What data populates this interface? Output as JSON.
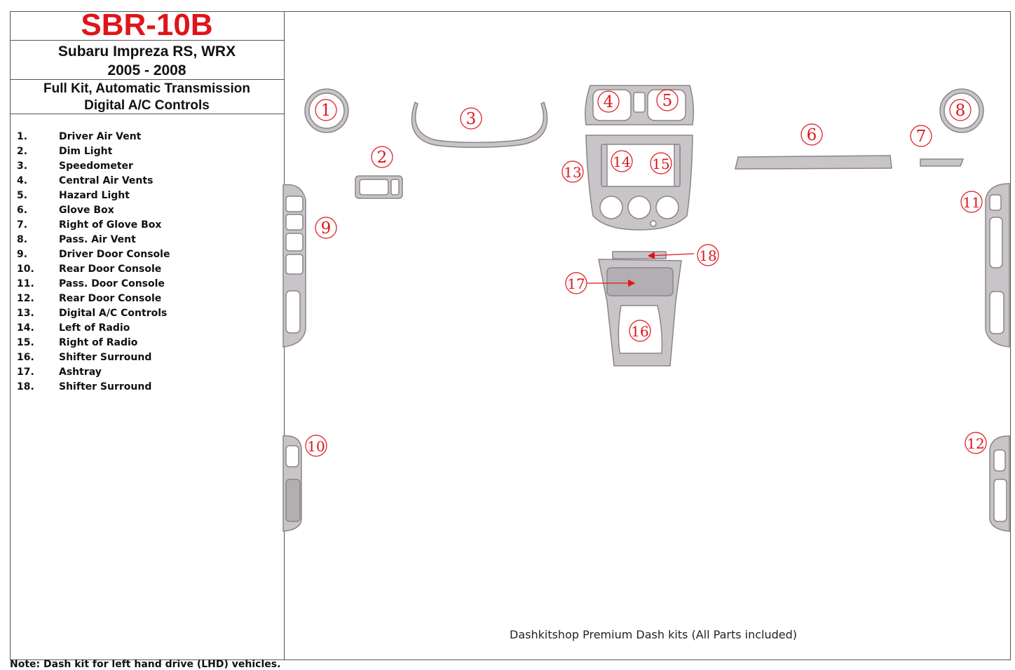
{
  "header": {
    "code": "SBR-10B",
    "model_line1": "Subaru Impreza RS, WRX",
    "model_line2": "2005 - 2008",
    "kit_line1": "Full Kit, Automatic Transmission",
    "kit_line2": "Digital A/C Controls"
  },
  "parts": [
    {
      "num": "1.",
      "name": "Driver Air Vent"
    },
    {
      "num": "2.",
      "name": "Dim Light"
    },
    {
      "num": "3.",
      "name": "Speedometer"
    },
    {
      "num": "4.",
      "name": "Central Air Vents"
    },
    {
      "num": "5.",
      "name": "Hazard Light"
    },
    {
      "num": "6.",
      "name": "Glove Box"
    },
    {
      "num": "7.",
      "name": "Right of Glove Box"
    },
    {
      "num": "8.",
      "name": "Pass. Air Vent"
    },
    {
      "num": "9.",
      "name": "Driver Door Console"
    },
    {
      "num": "10.",
      "name": "Rear Door Console"
    },
    {
      "num": "11.",
      "name": "Pass. Door Console"
    },
    {
      "num": "12.",
      "name": "Rear Door Console"
    },
    {
      "num": "13.",
      "name": "Digital A/C Controls"
    },
    {
      "num": "14.",
      "name": "Left of Radio"
    },
    {
      "num": "15.",
      "name": "Right of Radio"
    },
    {
      "num": "16.",
      "name": "Shifter Surround"
    },
    {
      "num": "17.",
      "name": "Ashtray"
    },
    {
      "num": "18.",
      "name": "Shifter Surround"
    }
  ],
  "callouts": [
    "1",
    "2",
    "3",
    "4",
    "5",
    "6",
    "7",
    "8",
    "9",
    "10",
    "11",
    "12",
    "13",
    "14",
    "15",
    "16",
    "17",
    "18"
  ],
  "footer": "Dashkitshop Premium Dash kits (All Parts included)",
  "note": "Note: Dash kit for left hand drive (LHD) vehicles.",
  "colors": {
    "accent": "#e0141b",
    "part_fill": "#c9c4c8",
    "part_stroke": "#8a8588",
    "line": "#555555"
  }
}
